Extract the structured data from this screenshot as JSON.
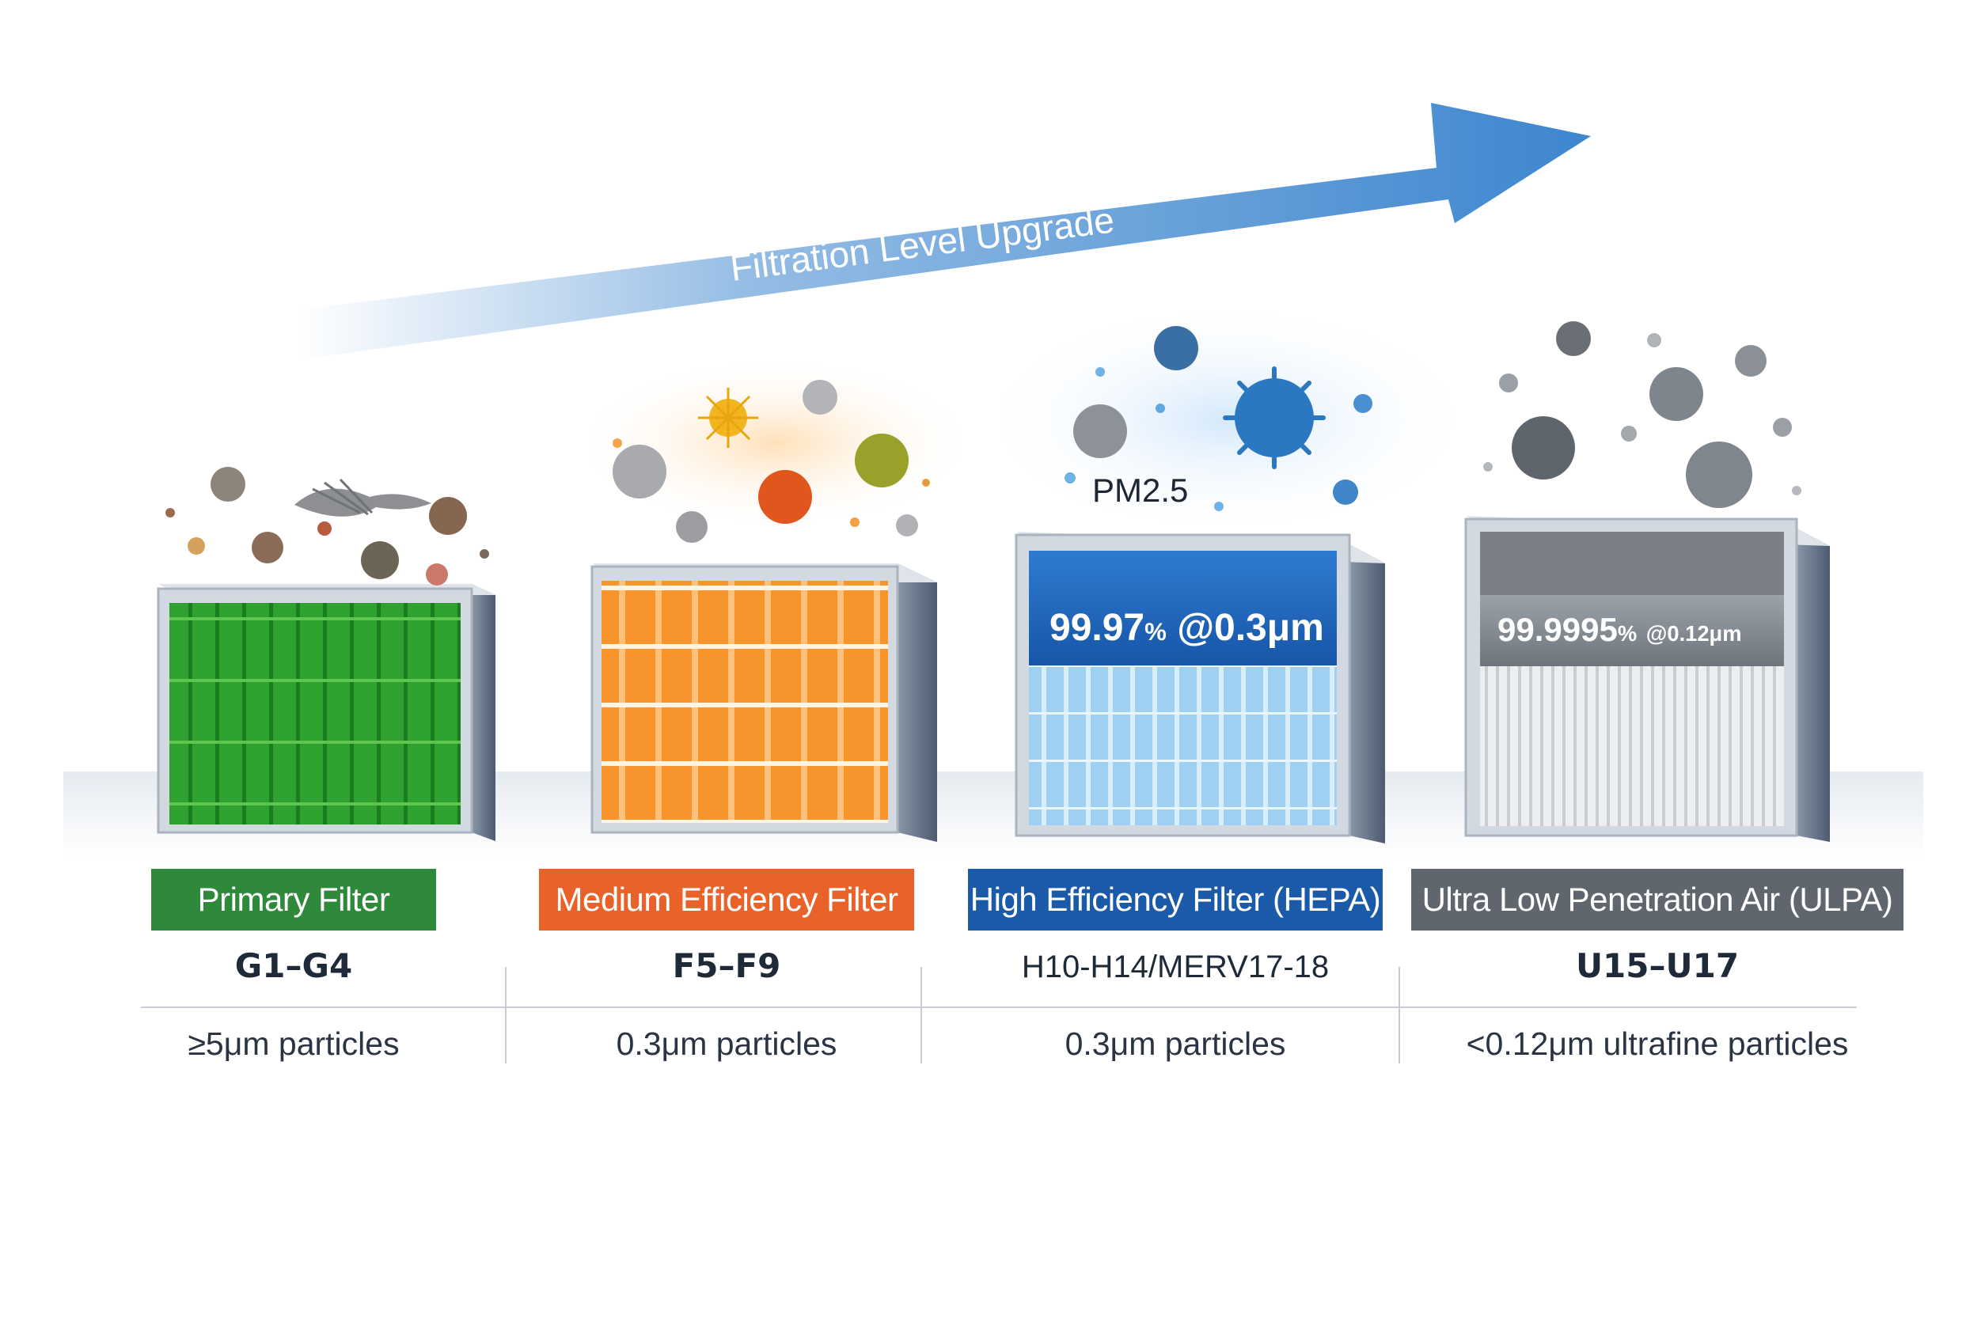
{
  "arrow": {
    "label": "Filtration Level Upgrade"
  },
  "pm_label": "PM2.5",
  "filters": [
    {
      "name": "Primary Filter",
      "grade": "G1–G4",
      "particles": "≥5μm particles",
      "color": "#2e8a3a"
    },
    {
      "name": "Medium Efficiency Filter",
      "grade": "F5–F9",
      "particles": "0.3μm particles",
      "color": "#e8622a"
    },
    {
      "name": "High Efficiency Filter (HEPA)",
      "grade": "H10-H14/MERV17-18",
      "particles": "0.3μm particles",
      "color": "#1a5aa8",
      "efficiency": {
        "value": "99.97",
        "unit": "%",
        "at": "@0.3μm"
      }
    },
    {
      "name": "Ultra Low Penetration Air (ULPA)",
      "grade": "U15–U17",
      "particles": "<0.12μm ultrafine particles",
      "color": "#5f666e",
      "efficiency": {
        "value": "99.9995",
        "unit": "%",
        "at": "@0.12μm"
      }
    }
  ],
  "colors": {
    "arrow": "#3d86cf",
    "primary_media": "#2fa12f",
    "medium_media": "#f7952c",
    "hepa_media": "#9fd0f2",
    "ulpa_media": "#e4e6e9",
    "frame": "#c9d0d8"
  }
}
